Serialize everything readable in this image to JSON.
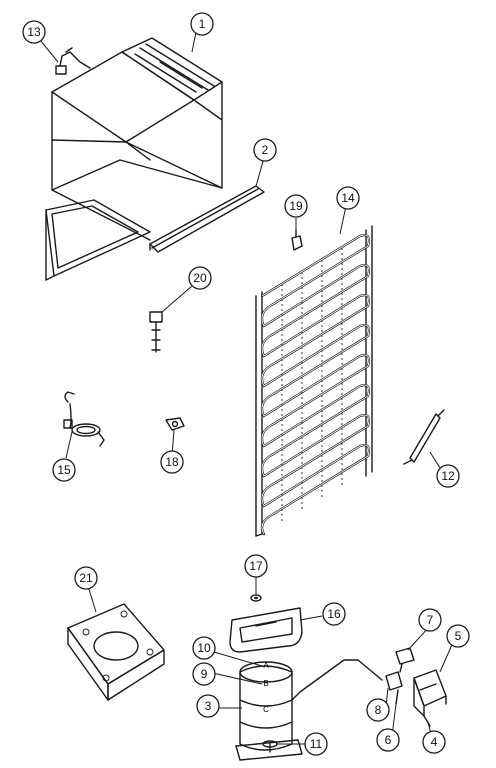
{
  "callouts": {
    "c1": "1",
    "c2": "2",
    "c3": "3",
    "c4": "4",
    "c5": "5",
    "c6": "6",
    "c7": "7",
    "c8": "8",
    "c9": "9",
    "c10": "10",
    "c11": "11",
    "c12": "12",
    "c13": "13",
    "c14": "14",
    "c15": "15",
    "c16": "16",
    "c17": "17",
    "c18": "18",
    "c19": "19",
    "c20": "20",
    "c21": "21"
  },
  "compressor_marks": {
    "top": "A",
    "mid": "B",
    "low": "C"
  }
}
